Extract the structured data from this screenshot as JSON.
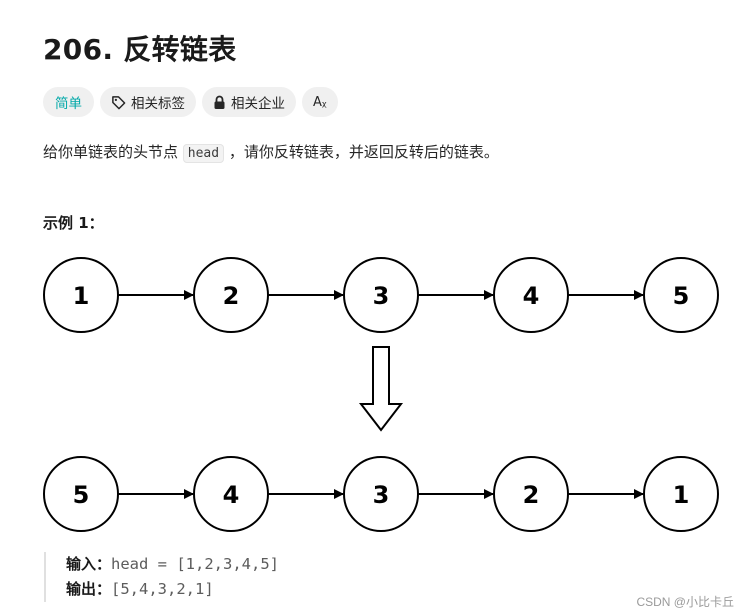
{
  "problem": {
    "title": "206. 反转链表"
  },
  "tags": {
    "difficulty": "简单",
    "related_tags": "相关标签",
    "related_companies": "相关企业",
    "translate_glyph": "Aᵪ"
  },
  "description": {
    "before": "给你单链表的头节点 ",
    "code": "head",
    "after": " ，请你反转链表，并返回反转后的链表。"
  },
  "example": {
    "title": "示例 1：",
    "input_nodes": [
      "1",
      "2",
      "3",
      "4",
      "5"
    ],
    "output_nodes": [
      "5",
      "4",
      "3",
      "2",
      "1"
    ],
    "input_label": "输入：",
    "input_value": "head = [1,2,3,4,5]",
    "output_label": "输出：",
    "output_value": "[5,4,3,2,1]"
  },
  "watermark": "CSDN @小比卡丘",
  "colors": {
    "easy": "#00a8a8",
    "tag_bg": "#f0f0f0"
  }
}
